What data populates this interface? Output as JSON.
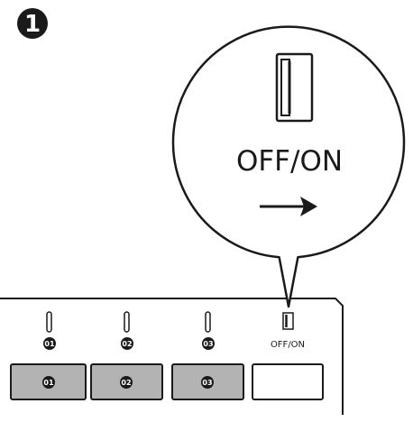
{
  "step": {
    "number": "1"
  },
  "callout": {
    "label": "OFF/ON"
  },
  "panel": {
    "switch_label": "OFF/ON",
    "channels": [
      {
        "badge": "01"
      },
      {
        "badge": "02"
      },
      {
        "badge": "03"
      }
    ]
  },
  "colors": {
    "ink": "#1a1a1a",
    "button_fill": "#b3b3b3",
    "badge_fill": "#1a1a1a"
  }
}
